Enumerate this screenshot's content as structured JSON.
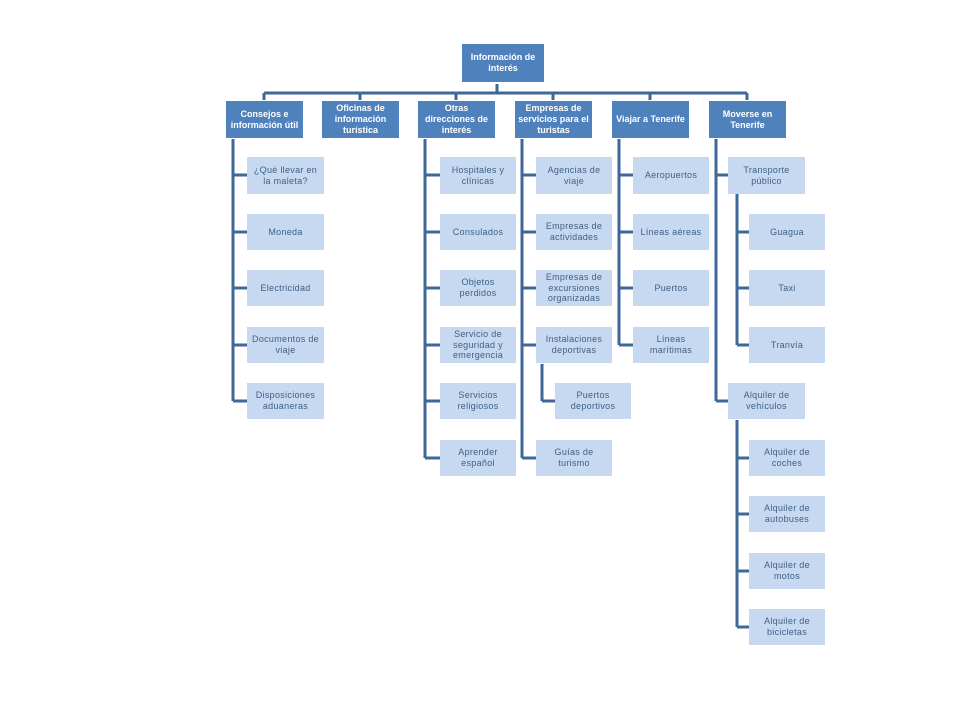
{
  "root": "Información de interés",
  "branches": [
    {
      "label": "Consejos e información útil",
      "items": [
        "¿Qué llevar en la maleta?",
        "Moneda",
        "Electricidad",
        "Documentos de viaje",
        "Disposiciones aduaneras"
      ]
    },
    {
      "label": "Oficinas de información turística",
      "items": []
    },
    {
      "label": "Otras direcciones de interés",
      "items": [
        "Hospitales y clínicas",
        "Consulados",
        "Objetos perdidos",
        "Servicio de seguridad y emergencia",
        "Servicios religiosos",
        "Aprender español"
      ]
    },
    {
      "label": "Empresas de servicios para el turistas",
      "items": [
        "Agencias de viaje",
        "Empresas de actividades",
        "Empresas de excursiones organizadas",
        "Instalaciones deportivas",
        "Guías de turismo"
      ],
      "sub": {
        "parent": "Instalaciones deportivas",
        "items": [
          "Puertos deportivos"
        ]
      }
    },
    {
      "label": "Viajar a Tenerife",
      "items": [
        "Aeropuertos",
        "Líneas aéreas",
        "Puertos",
        "Líneas marítimas"
      ]
    },
    {
      "label": "Moverse en Tenerife",
      "items": [
        "Transporte público",
        "Alquiler de vehículos"
      ],
      "sub_transport": [
        "Guagua",
        "Taxi",
        "Tranvía"
      ],
      "sub_rental": [
        "Alquiler de coches",
        "Alquiler de autobuses",
        "Alquiler de motos",
        "Alquiler de bicicletas"
      ]
    }
  ],
  "colors": {
    "dark": "#4f81bd",
    "light": "#c6d9f1",
    "connector": "#3f6899"
  }
}
